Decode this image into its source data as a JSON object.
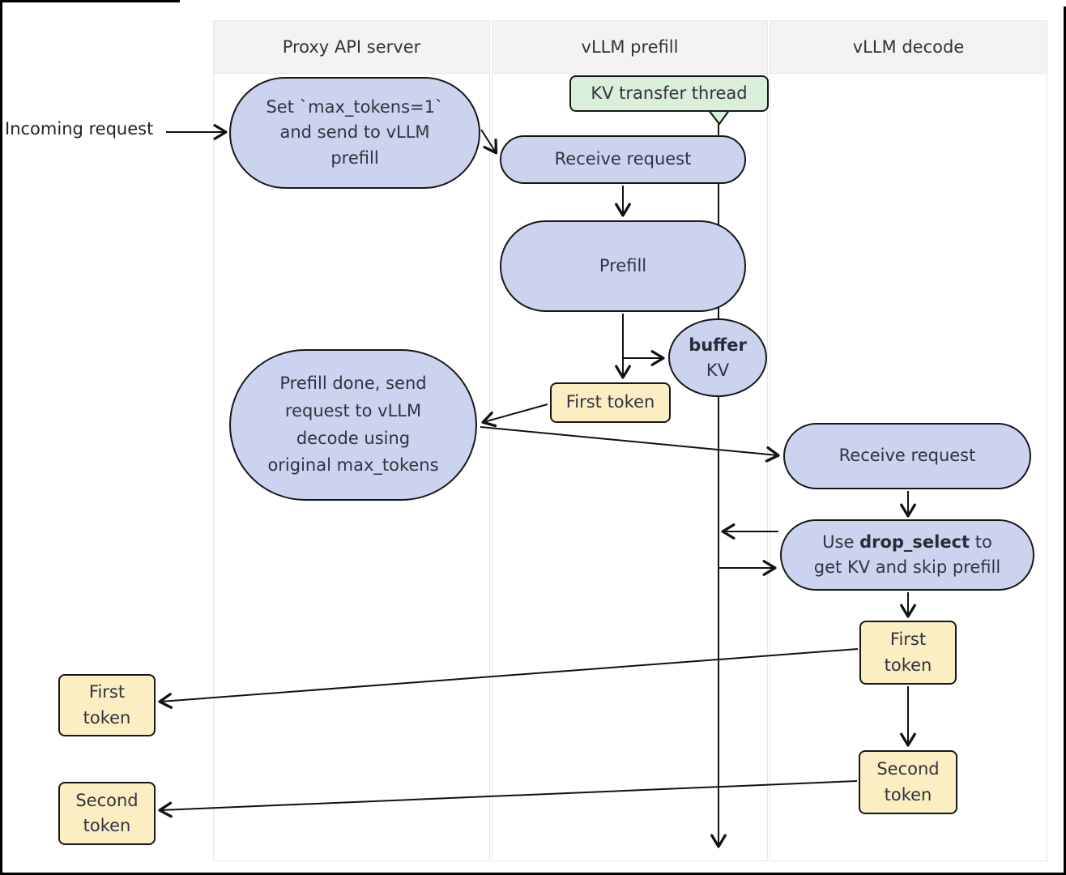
{
  "lanes": [
    {
      "label": "Proxy API server"
    },
    {
      "label": "vLLM prefill"
    },
    {
      "label": "vLLM decode"
    }
  ],
  "annotations": {
    "incoming_request": "Incoming request",
    "kv_transfer_thread": "KV transfer thread"
  },
  "nodes": {
    "set_max_tokens": {
      "lines": [
        "Set `max_tokens=1`",
        "and send to vLLM",
        "prefill"
      ]
    },
    "receive_request_prefill": {
      "label": "Receive request"
    },
    "prefill": {
      "label": "Prefill"
    },
    "buffer_kv": {
      "bold": "buffer",
      "label": "KV"
    },
    "first_token_prefill": {
      "label": "First token"
    },
    "prefill_done": {
      "lines": [
        "Prefill done, send",
        "request to vLLM",
        "decode using",
        "original max_tokens"
      ]
    },
    "receive_request_decode": {
      "label": "Receive request"
    },
    "drop_select": {
      "pre": "Use ",
      "bold": "drop_select",
      "post": " to",
      "line2": "get KV and skip prefill"
    },
    "first_token_decode": {
      "lines": [
        "First",
        "token"
      ]
    },
    "second_token_decode": {
      "lines": [
        "Second",
        "token"
      ]
    },
    "first_token_left": {
      "lines": [
        "First",
        "token"
      ]
    },
    "second_token_left": {
      "lines": [
        "Second",
        "token"
      ]
    }
  },
  "colors": {
    "node_fill": "#ccd3ee",
    "token_fill": "#faeec2",
    "thread_fill": "#d9efda",
    "lane_header_bg": "#f3f3f4",
    "lane_border": "#e7e7e9",
    "stroke": "#111111"
  }
}
